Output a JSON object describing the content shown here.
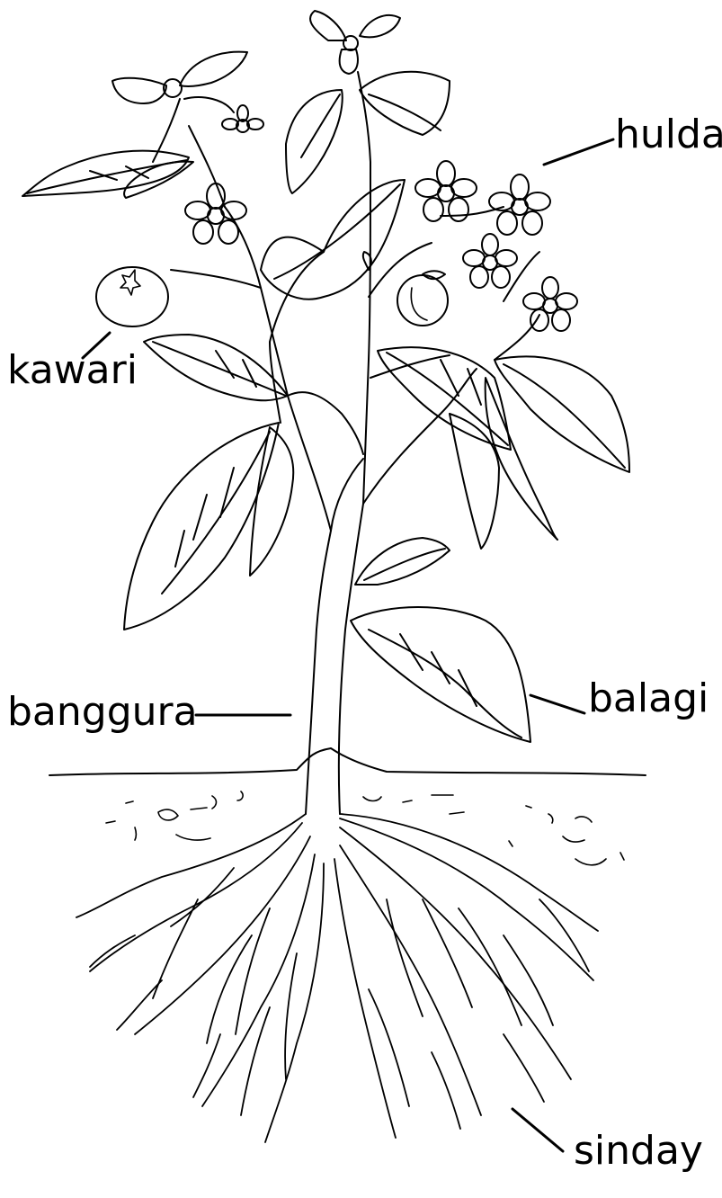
{
  "diagram": {
    "labels": {
      "flower": "hulda",
      "fruit": "kawari",
      "leaf": "balagi",
      "stem": "banggura",
      "roots": "sinday"
    },
    "colors": {
      "ink": "#000000",
      "background": "#ffffff"
    },
    "icon": "plant-outline-drawing"
  }
}
